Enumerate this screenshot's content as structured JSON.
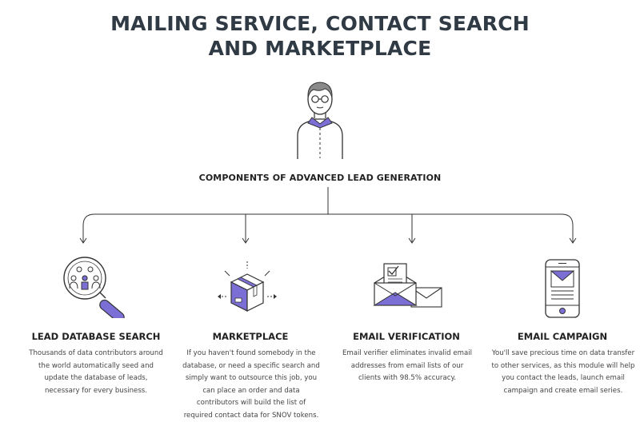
{
  "title": {
    "line1": "MAILING SERVICE, CONTACT SEARCH",
    "line2": "AND MARKETPLACE"
  },
  "subtitle": "COMPONENTS OF ADVANCED LEAD GENERATION",
  "colors": {
    "accent": "#7b6fd6",
    "line": "#333333",
    "title": "#2f3a44"
  },
  "components": [
    {
      "title": "LEAD DATABASE SEARCH",
      "icon": "magnifier-people-icon",
      "desc": "Thousands of data contributors around the world automatically seed and update the database of leads, necessary for every business."
    },
    {
      "title": "MARKETPLACE",
      "icon": "package-box-icon",
      "desc": "If you haven't found somebody in the database, or need a specific search and simply want to outsource this job, you can place an order and data contributors will build the list of required contact data for SNOV tokens."
    },
    {
      "title": "EMAIL VERIFICATION",
      "icon": "email-verification-icon",
      "desc": "Email verifier eliminates invalid email addresses from email lists of our clients with 98.5% accuracy."
    },
    {
      "title": "EMAIL CAMPAIGN",
      "icon": "mobile-email-icon",
      "desc": "You'll save precious time on data transfer to other services, as this module will help you contact the leads, launch email campaign and create email series."
    }
  ]
}
